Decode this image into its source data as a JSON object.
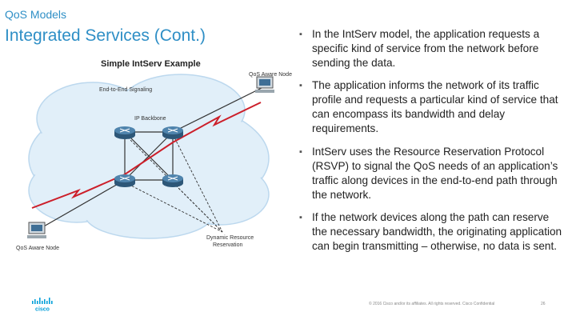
{
  "header": {
    "kicker": "QoS Models",
    "title": "Integrated Services (Cont.)"
  },
  "figure": {
    "title": "Simple IntServ Example",
    "labels": {
      "end_to_end": "End-to-End Signaling",
      "qos_node_top": "QoS Aware Node",
      "backbone": "IP Backbone",
      "qos_node_bottom": "QoS Aware Node",
      "dynamic_resource": "Dynamic Resource",
      "reservation": "Reservation"
    },
    "colors": {
      "cloud": "#e1eff9",
      "signal": "#cc1f2a",
      "router": "#3f6f96"
    }
  },
  "bullets": [
    "In the IntServ model, the application requests a specific kind of service from the network before sending the data.",
    "The application informs the network of its traffic profile and requests a particular kind of service that can encompass its bandwidth and delay requirements.",
    "IntServ uses the Resource Reservation Protocol (RSVP) to signal the QoS needs of an application’s traffic along devices in the end-to-end path through the network.",
    "If the network devices along the path can reserve the necessary bandwidth, the originating application can begin transmitting – otherwise, no data is sent."
  ],
  "footer": {
    "copyright": "© 2016 Cisco and/or its affiliates. All rights reserved. Cisco Confidential",
    "page": "26"
  },
  "logo": {
    "text": "cisco",
    "color": "#049fd9"
  }
}
